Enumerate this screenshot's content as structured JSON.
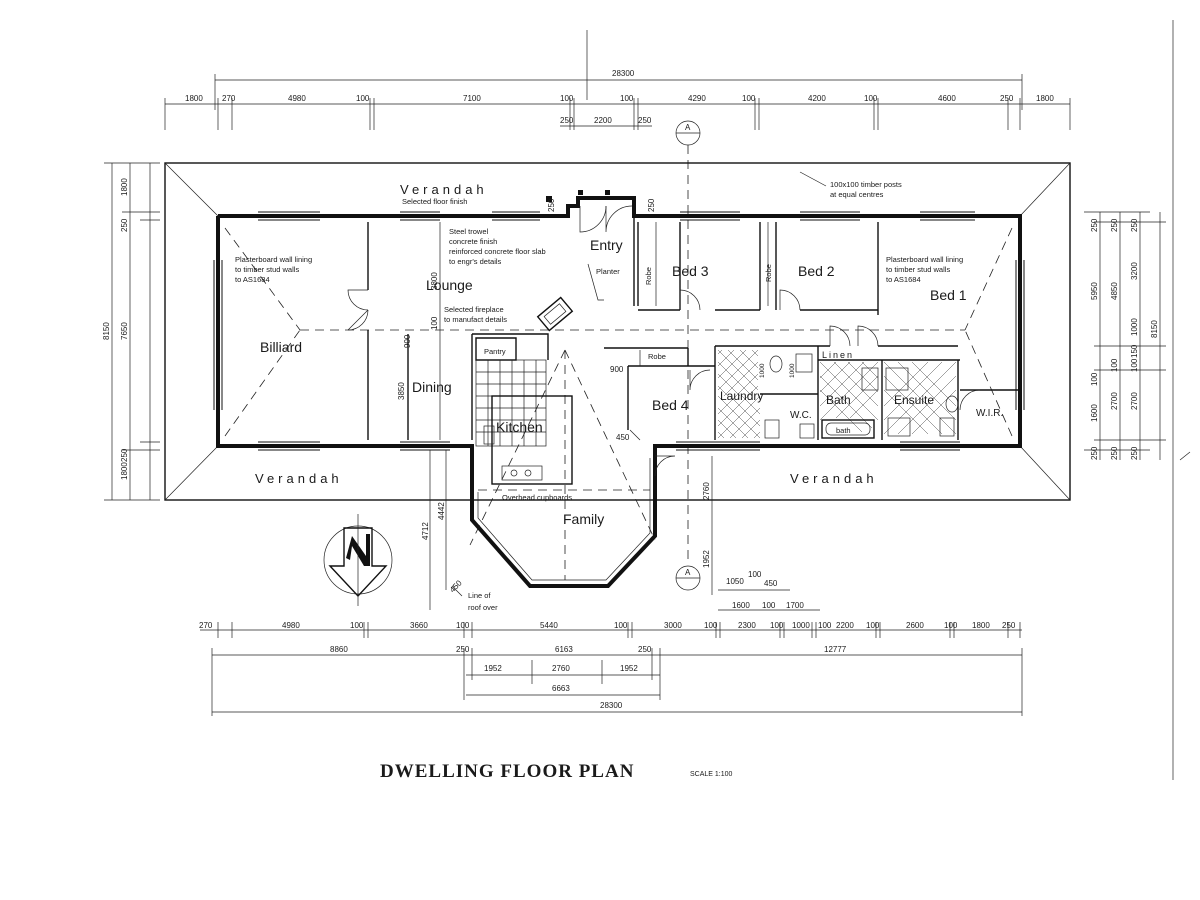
{
  "title": "DWELLING FLOOR PLAN",
  "scale": "SCALE 1:100",
  "rooms": {
    "billiard": "Billiard",
    "lounge": "Lounge",
    "dining": "Dining",
    "pantry": "Pantry",
    "kitchen": "Kitchen",
    "entry": "Entry",
    "planter": "Planter",
    "family": "Family",
    "bed1": "Bed 1",
    "bed2": "Bed 2",
    "bed3": "Bed 3",
    "bed4": "Bed 4",
    "robe_bed3": "Robe",
    "robe_bed2": "Robe",
    "robe_bed4": "Robe",
    "laundry": "Laundry",
    "wc": "W.C.",
    "bath": "Bath",
    "bath_small": "bath",
    "ensuite": "Ensuite",
    "wir": "W.I.R.",
    "linen": "Linen",
    "verandah_top": "Verandah",
    "verandah_bottom_left": "Verandah",
    "verandah_bottom_right": "Verandah"
  },
  "notes": {
    "verandah_finish": "Selected floor finish",
    "posts_line1": "100x100 timber posts",
    "posts_line2": "at equal centres",
    "lining_left_1": "Plasterboard wall lining",
    "lining_left_2": "to timber stud walls",
    "lining_left_3": "to AS1684",
    "lining_right_1": "Plasterboard wall lining",
    "lining_right_2": "to timber stud walls",
    "lining_right_3": "to AS1684",
    "slab_1": "Steel trowel",
    "slab_2": "concrete finish",
    "slab_3": "reinforced concrete floor slab",
    "slab_4": "to engr's details",
    "fireplace_1": "Selected fireplace",
    "fireplace_2": "to manufact details",
    "cupboards": "Overhead cupboards",
    "roof_1": "Line of",
    "roof_2": "roof over",
    "section_a": "A"
  },
  "dims_top": {
    "overall": "28300",
    "d1": "1800",
    "d2": "270",
    "d3": "4980",
    "d4": "100",
    "d5": "7100",
    "d6": "100",
    "d7": "100",
    "d8": "4290",
    "d9": "100",
    "d10": "4200",
    "d11": "100",
    "d12": "4600",
    "d13": "250",
    "d14": "1800",
    "s1": "250",
    "s2": "2200",
    "s3": "250"
  },
  "dims_left": {
    "overall": "8150",
    "inner": "7650",
    "v1": "1800",
    "v2": "250",
    "v3": "1800",
    "v4": "250",
    "lounge": "3800",
    "d100": "100",
    "d900": "900",
    "dining": "3850",
    "e1": "4712",
    "e2": "4442"
  },
  "dims_right": {
    "r1": "250",
    "r2": "250",
    "r3": "250",
    "r4": "5950",
    "r5": "4850",
    "r6": "3200",
    "r7": "1000",
    "r8": "150",
    "r9": "100",
    "r10": "100",
    "r11": "100",
    "r12": "2700",
    "r13": "2700",
    "r14": "1600",
    "r15": "250",
    "r16": "250",
    "r17": "250",
    "overall": "8150"
  },
  "dims_misc": {
    "fam_2760": "2760",
    "fam_1952": "1952",
    "fam_450": "450",
    "bed4_900": "900",
    "bed4_450": "450",
    "lr_1050": "1050",
    "lr_100a": "100",
    "lr_450": "450",
    "lr_1600": "1600",
    "lr_100b": "100",
    "lr_1700": "1700",
    "d250": "250",
    "wc_1000": "1000",
    "ens_1000": "1000"
  },
  "dims_bottom_row1": [
    "270",
    "4980",
    "100",
    "3660",
    "100",
    "5440",
    "100",
    "3000",
    "100",
    "2300",
    "100",
    "1000",
    "100",
    "2200",
    "100",
    "2600",
    "100",
    "1800",
    "250"
  ],
  "dims_bottom_row2": [
    "8860",
    "250",
    "6163",
    "250",
    "12777"
  ],
  "dims_bottom_row3": [
    "1952",
    "2760",
    "1952"
  ],
  "dims_bottom_row4": [
    "6663"
  ],
  "dims_bottom_overall": "28300"
}
